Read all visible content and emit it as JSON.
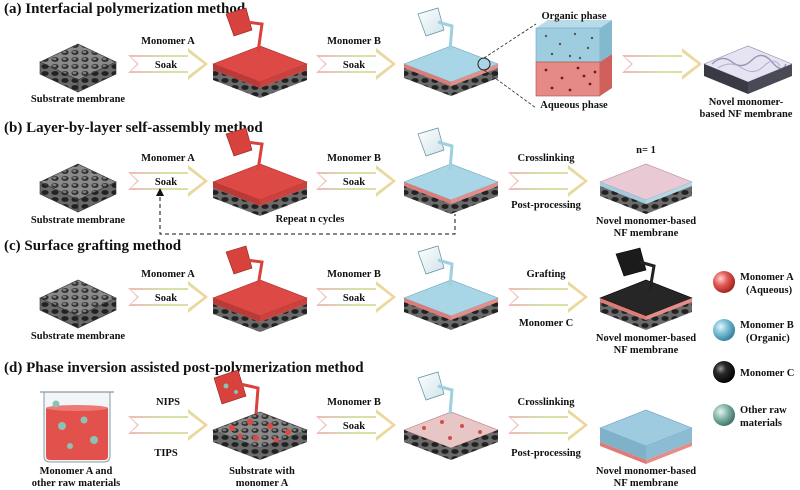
{
  "sections": {
    "a": {
      "title": "(a) Interfacial polymerization method",
      "substrate": "Substrate membrane",
      "arrow1_top": "Monomer A",
      "arrow1_bottom": "Soak",
      "arrow2_top": "Monomer B",
      "arrow2_bottom": "Soak",
      "organic_phase": "Organic phase",
      "aqueous_phase": "Aqueous phase",
      "result_line1": "Novel monomer-",
      "result_line2": "based NF membrane"
    },
    "b": {
      "title": "(b) Layer-by-layer self-assembly method",
      "substrate": "Substrate membrane",
      "arrow1_top": "Monomer A",
      "arrow1_bottom": "Soak",
      "arrow2_top": "Monomer B",
      "arrow2_bottom": "Soak",
      "arrow3_top": "Crosslinking",
      "arrow3_bottom": "Post-processing",
      "repeat": "Repeat n cycles",
      "n_label": "n= 1",
      "result_line1": "Novel monomer-based",
      "result_line2": "NF membrane"
    },
    "c": {
      "title": "(c) Surface grafting method",
      "substrate": "Substrate membrane",
      "arrow1_top": "Monomer A",
      "arrow1_bottom": "Soak",
      "arrow2_top": "Monomer B",
      "arrow2_bottom": "Soak",
      "arrow3_top": "Grafting",
      "arrow3_bottom": "Monomer C",
      "result_line1": "Novel monomer-based",
      "result_line2": "NF membrane"
    },
    "d": {
      "title": "(d) Phase inversion assisted post-polymerization method",
      "beaker_line1": "Monomer A and",
      "beaker_line2": "other raw materials",
      "arrow1_top": "NIPS",
      "arrow1_bottom": "TIPS",
      "substrate_line1": "Substrate with",
      "substrate_line2": "monomer A",
      "arrow2_top": "Monomer B",
      "arrow2_bottom": "Soak",
      "arrow3_top": "Crosslinking",
      "arrow3_bottom": "Post-processing",
      "result_line1": "Novel monomer-based",
      "result_line2": "NF membrane"
    }
  },
  "legend": {
    "a_line1": "Monomer A",
    "a_line2": "(Aqueous)",
    "b_line1": "Monomer B",
    "b_line2": "(Organic)",
    "c_line1": "Monomer C",
    "raw_line1": "Other raw",
    "raw_line2": "materials"
  },
  "colors": {
    "monomer_a": "#d9443f",
    "monomer_b": "#6fb5cf",
    "monomer_c": "#1b1b1b",
    "substrate": "#5b5b5b",
    "arrow_fill": "#ffffff"
  }
}
